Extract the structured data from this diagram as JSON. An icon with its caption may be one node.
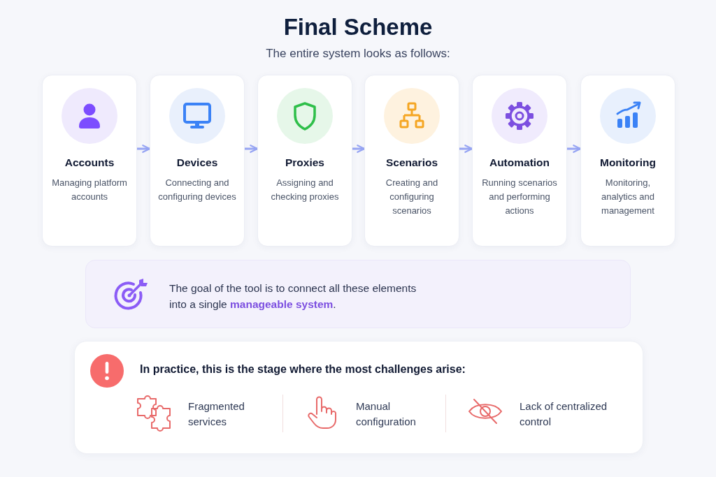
{
  "diagram": {
    "title": "Final Scheme",
    "nodes": [
      {
        "text": [
          "Accounts",
          "Managing platform accounts"
        ]
      },
      {
        "text": [
          "Devices",
          "Connecting and configuring devices"
        ]
      },
      {
        "text": [
          "Proxies",
          "Assigning and checking proxies"
        ]
      },
      {
        "text": [
          "Scenarios",
          "Creating and configuring scenarios"
        ]
      },
      {
        "text": [
          "Automation",
          "Running scenarios and performing actions"
        ]
      },
      {
        "text": [
          "Monitoring",
          "Monitoring, analytics and management"
        ]
      },
      {
        "text": [
          "The goal of the tool is to connect all these elements into a single **manageable system**."
        ]
      },
      {
        "text": [
          "In practice, this is the stage where the most challenges arise:",
          "Fragmented services",
          "Manual configuration",
          "Lack of centralized control"
        ]
      }
    ],
    "edges": [
      {
        "from": 0,
        "to": 1,
        "arrow": "to"
      },
      {
        "from": 1,
        "to": 2,
        "arrow": "to"
      },
      {
        "from": 2,
        "to": 3,
        "arrow": "to"
      },
      {
        "from": 3,
        "to": 4,
        "arrow": "to"
      },
      {
        "from": 4,
        "to": 5,
        "arrow": "to"
      }
    ],
    "labels": [
      "The entire system looks as follows:"
    ]
  }
}
